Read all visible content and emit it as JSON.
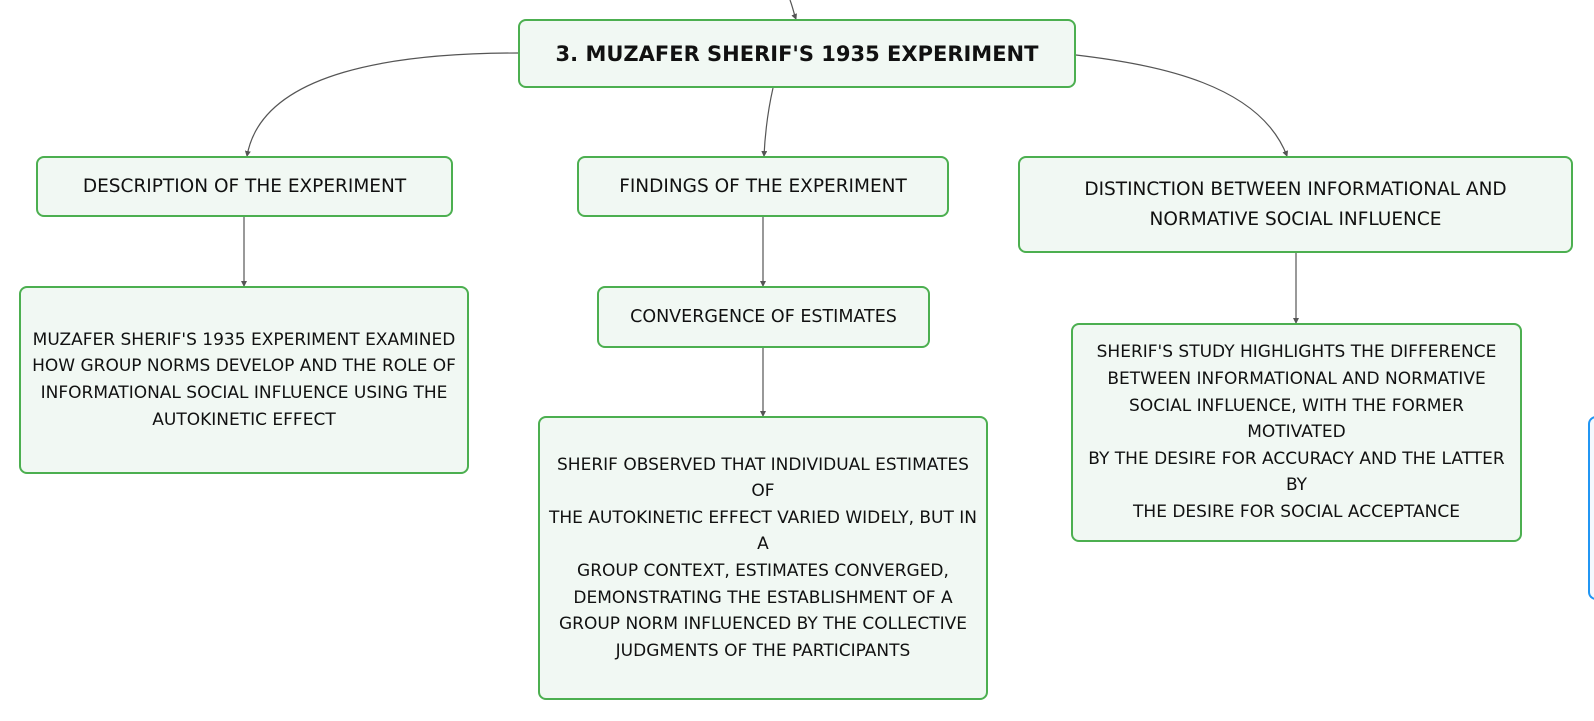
{
  "mindmap": {
    "root": {
      "title": "3. MUZAFER SHERIF'S 1935 EXPERIMENT"
    },
    "branches": {
      "description": {
        "title": "DESCRIPTION OF THE EXPERIMENT",
        "detail": "MUZAFER SHERIF'S 1935 EXPERIMENT EXAMINED\nHOW GROUP NORMS DEVELOP AND THE ROLE OF\nINFORMATIONAL SOCIAL INFLUENCE USING THE\nAUTOKINETIC EFFECT"
      },
      "findings": {
        "title": "FINDINGS OF THE EXPERIMENT",
        "child_title": "CONVERGENCE OF ESTIMATES",
        "detail": "SHERIF OBSERVED THAT INDIVIDUAL ESTIMATES OF\nTHE AUTOKINETIC EFFECT VARIED WIDELY, BUT IN A\nGROUP CONTEXT, ESTIMATES CONVERGED,\nDEMONSTRATING THE ESTABLISHMENT OF A\nGROUP NORM INFLUENCED BY THE COLLECTIVE\nJUDGMENTS OF THE PARTICIPANTS"
      },
      "distinction": {
        "title": "DISTINCTION BETWEEN INFORMATIONAL AND\nNORMATIVE SOCIAL INFLUENCE",
        "detail": "SHERIF'S STUDY HIGHLIGHTS THE DIFFERENCE\nBETWEEN INFORMATIONAL AND NORMATIVE\nSOCIAL INFLUENCE, WITH THE FORMER MOTIVATED\nBY THE DESIRE FOR ACCURACY AND THE LATTER BY\nTHE DESIRE FOR SOCIAL ACCEPTANCE"
      }
    }
  },
  "colors": {
    "node_border": "#4caf50",
    "node_fill": "#f1f8f3",
    "connector": "#555555",
    "edge_node_border": "#2196f3"
  }
}
